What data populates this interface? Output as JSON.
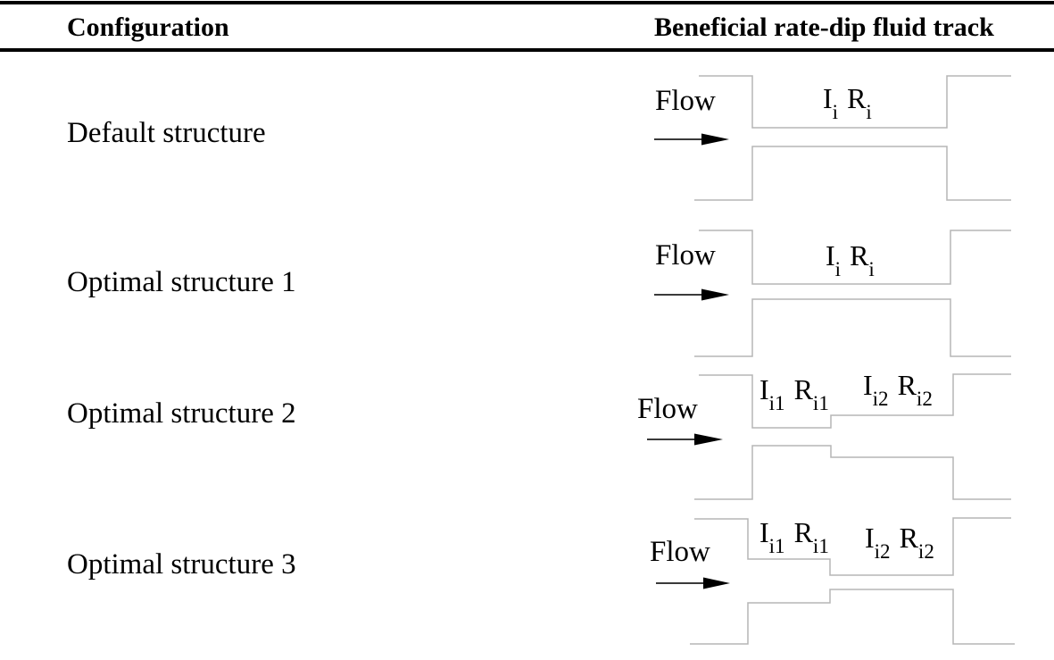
{
  "header": {
    "col_configuration": "Configuration",
    "col_track": "Beneficial rate-dip fluid track"
  },
  "rows": [
    {
      "label": "Default structure",
      "flow_label": "Flow",
      "annotations": [
        {
          "base": "I",
          "sub": "i"
        },
        {
          "base": "R",
          "sub": "i"
        }
      ]
    },
    {
      "label": "Optimal structure 1",
      "flow_label": "Flow",
      "annotations": [
        {
          "base": "I",
          "sub": "i"
        },
        {
          "base": "R",
          "sub": "i"
        }
      ]
    },
    {
      "label": "Optimal structure 2",
      "flow_label": "Flow",
      "annotations": [
        {
          "base": "I",
          "sub": "i1"
        },
        {
          "base": "R",
          "sub": "i1"
        },
        {
          "base": "I",
          "sub": "i2"
        },
        {
          "base": "R",
          "sub": "i2"
        }
      ]
    },
    {
      "label": "Optimal structure 3",
      "flow_label": "Flow",
      "annotations": [
        {
          "base": "I",
          "sub": "i1"
        },
        {
          "base": "R",
          "sub": "i1"
        },
        {
          "base": "I",
          "sub": "i2"
        },
        {
          "base": "R",
          "sub": "i2"
        }
      ]
    }
  ],
  "colors": {
    "background": "#ffffff",
    "text": "#000000",
    "rule": "#000000",
    "channel_line": "#b5b5b5",
    "arrow_line": "#3a3a3a",
    "arrow_head": "#000000"
  }
}
